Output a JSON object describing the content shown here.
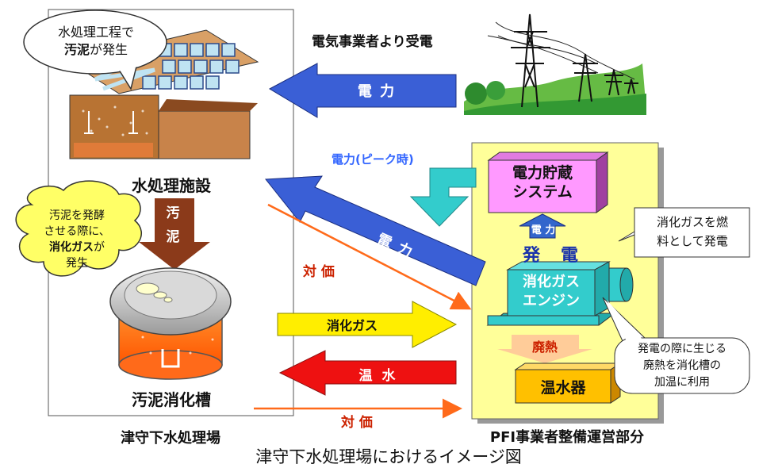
{
  "treatment_plant": {
    "name": "津守下水処理場",
    "water_facility_label": "水処理施設",
    "digester_label": "汚泥消化槽",
    "bubble_top": {
      "line1": "水処理工程で",
      "line2_bold": "汚泥",
      "line2_rest": "が発生"
    },
    "bubble_mid": {
      "line1": "汚泥を発酵",
      "line2": "させる際に、",
      "line3_bold": "消化ガス",
      "line3_rest": "が",
      "line4": "発生"
    },
    "sludge_arrow_label": [
      "汚",
      "泥"
    ]
  },
  "power_supply": {
    "label": "電気事業者より受電",
    "arrow_label": "電 力"
  },
  "pfi": {
    "name": "PFI事業者整備運営部分",
    "storage_label": [
      "電力貯蔵",
      "システム"
    ],
    "power_peak_label": "電力(ピーク時)",
    "small_arrow_label": "電 力",
    "generation_label": "発　電",
    "engine_label": [
      "消化ガス",
      "エンジン"
    ],
    "waste_heat_label": "廃熱",
    "water_heater_label": "温水器",
    "note_fuel": [
      "消化ガスを燃",
      "料として発電"
    ],
    "note_heat": [
      "発電の際に生じる",
      "廃熱を消化槽の",
      "加温に利用"
    ]
  },
  "flows": {
    "power_to_plant": "電 力",
    "payment_top": "対 価",
    "digestion_gas": "消化ガス",
    "hot_water": "温 水",
    "payment_bottom": "対 価"
  },
  "caption": "津守下水処理場におけるイメージ図",
  "colors": {
    "blue_arrow": "#3a5fd6",
    "yellow_box": "#ffff99",
    "cyan": "#33cccc",
    "orange_line": "#ff6a1a",
    "red_arrow": "#ee1111",
    "yellow_arrow": "#ffee00",
    "brown_arrow": "#8b3a1a",
    "red_text": "#cc2200",
    "peak_blue": "#3366ff"
  }
}
